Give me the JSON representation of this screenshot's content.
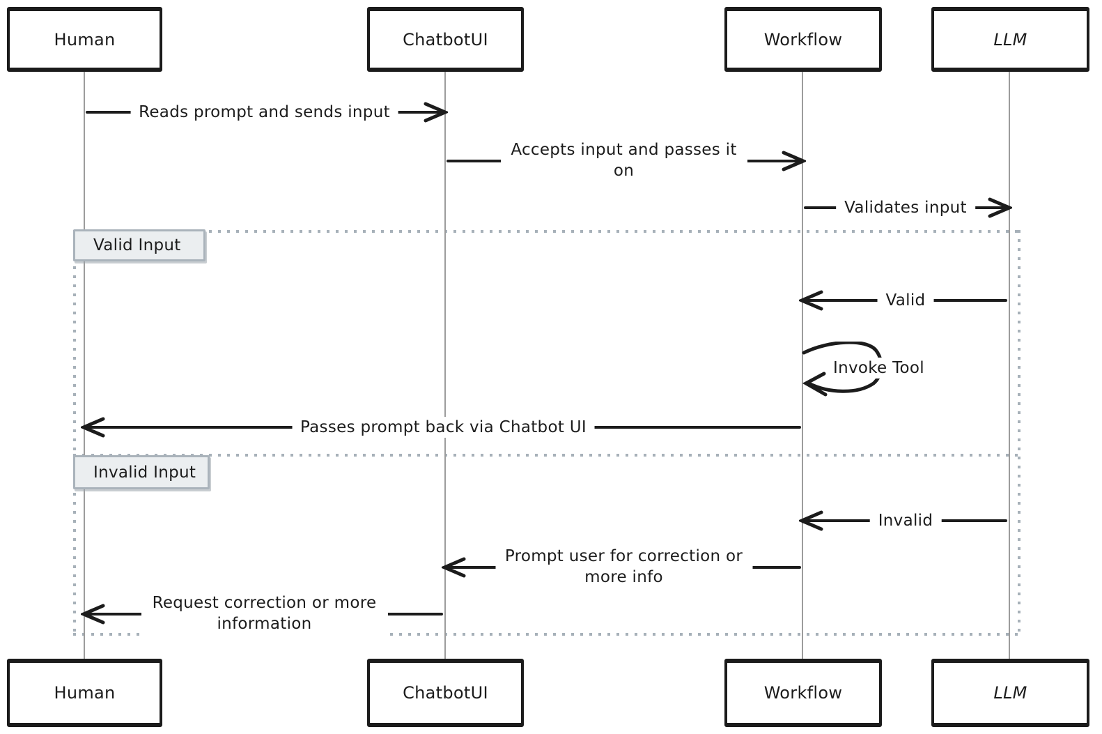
{
  "diagram": {
    "type": "sequence",
    "colors": {
      "background": "#ffffff",
      "stroke": "#1c1c1c",
      "lifeline": "#9c9c9c",
      "frame_dots": "#a7b1b9",
      "frame_label_bg": "#ebeef0",
      "frame_label_border": "#aab3bb"
    },
    "actors": [
      {
        "label": "Human"
      },
      {
        "label": "ChatbotUI"
      },
      {
        "label": "Workflow"
      },
      {
        "label": "LLM"
      }
    ],
    "messages": [
      {
        "from": "Human",
        "to": "ChatbotUI",
        "label": "Reads prompt and sends input"
      },
      {
        "from": "ChatbotUI",
        "to": "Workflow",
        "label": "Accepts input and passes it on"
      },
      {
        "from": "Workflow",
        "to": "LLM",
        "label": "Validates input"
      },
      {
        "from": "LLM",
        "to": "Workflow",
        "label": "Valid"
      },
      {
        "from": "Workflow",
        "to": "Workflow",
        "label": "Invoke Tool"
      },
      {
        "from": "Workflow",
        "to": "Human",
        "label": "Passes prompt back via Chatbot UI"
      },
      {
        "from": "LLM",
        "to": "Workflow",
        "label": "Invalid"
      },
      {
        "from": "Workflow",
        "to": "ChatbotUI",
        "label": "Prompt user for correction or more info"
      },
      {
        "from": "ChatbotUI",
        "to": "Human",
        "label": "Request correction or more information"
      }
    ],
    "frames": [
      {
        "label": "Valid Input"
      },
      {
        "label": "Invalid Input"
      }
    ]
  }
}
